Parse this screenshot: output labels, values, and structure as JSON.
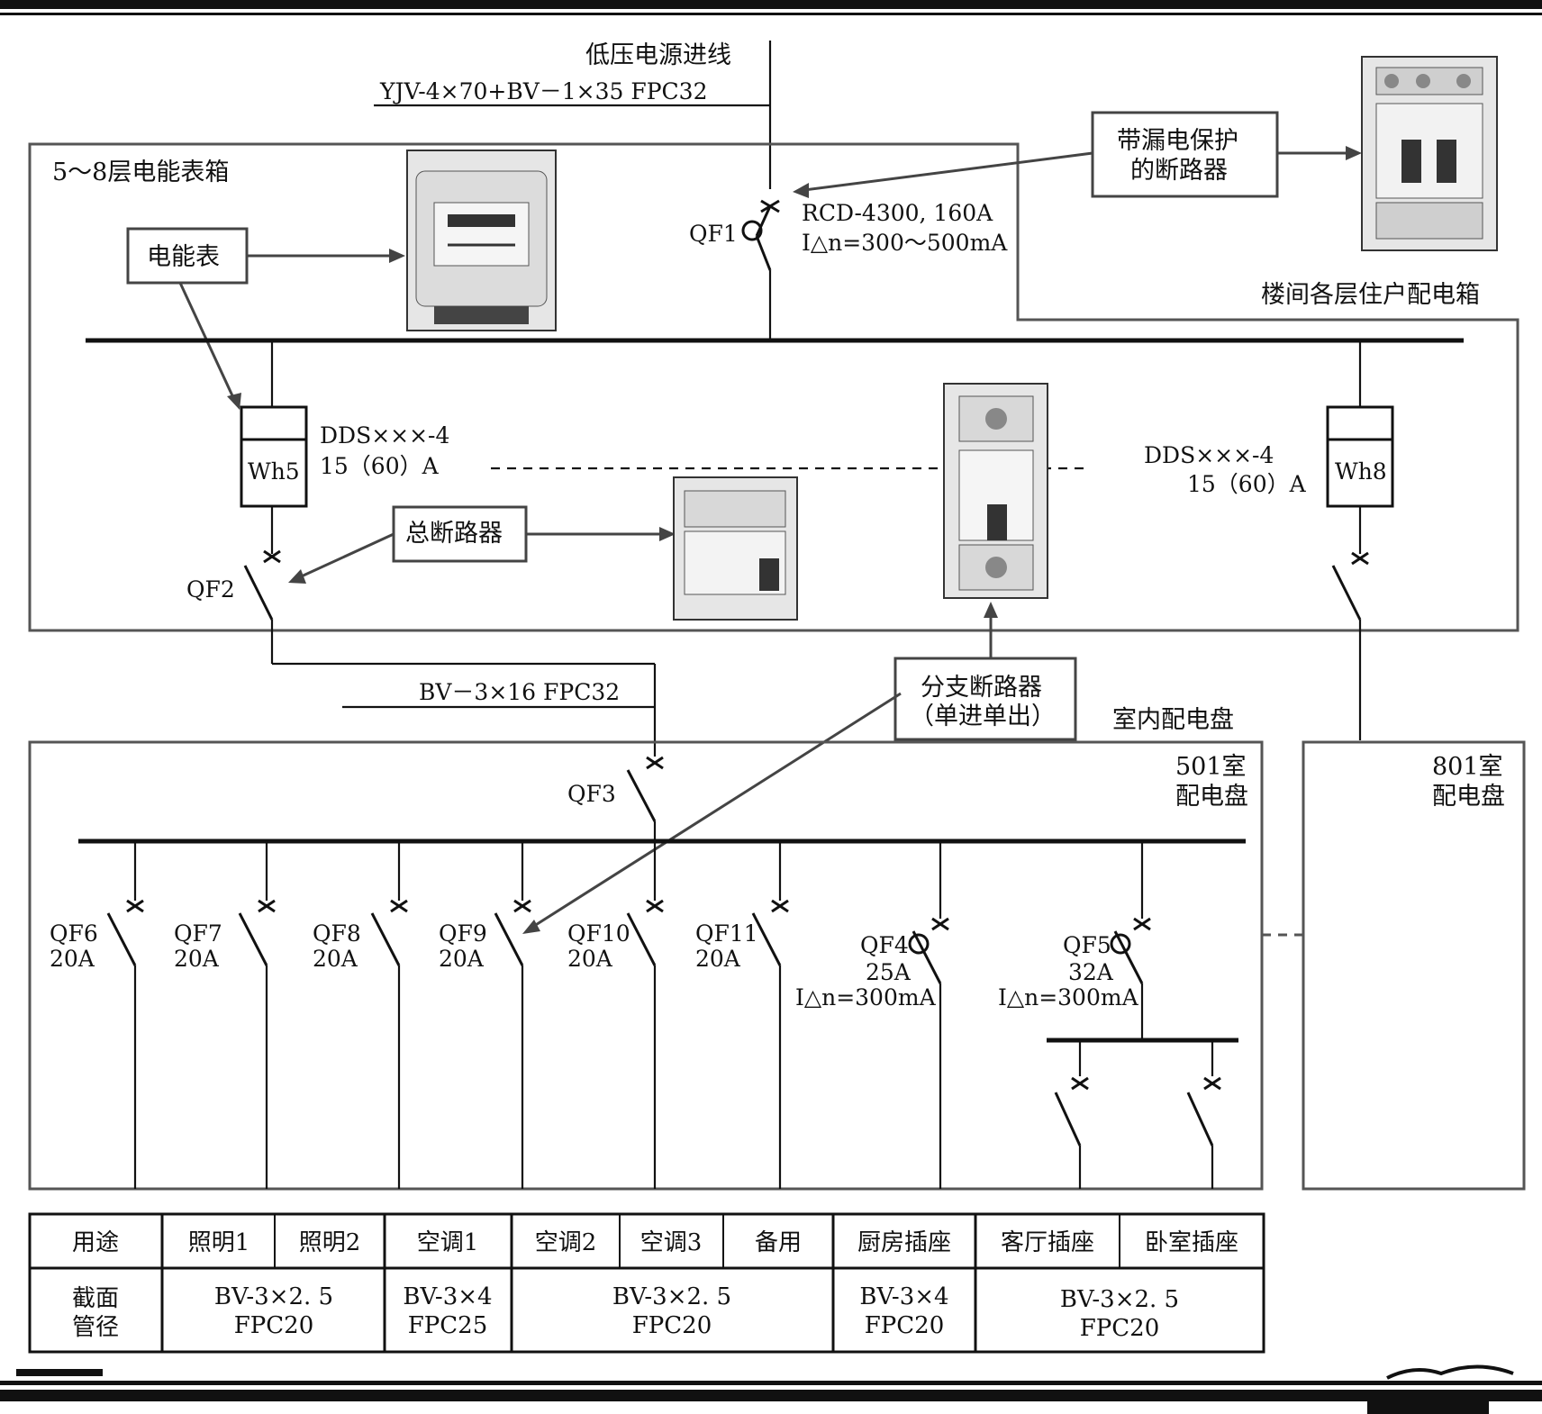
{
  "incoming": {
    "title": "低压电源进线",
    "cable": "YJV-4×70+BV－1×35 FPC32"
  },
  "meter_box": {
    "title": "5～8层电能表箱",
    "qf1": "QF1",
    "qf1_spec": "RCD-4300, 160A",
    "qf1_current": "I△n=300～500mA",
    "callout_rcd": [
      "带漏电保护",
      "的断路器"
    ],
    "callout_meter": "电能表",
    "callout_main": "总断路器",
    "floor_boxes": "楼间各层住户配电箱",
    "wh5": "Wh5",
    "wh8": "Wh8",
    "meter_spec_1": "DDS×××-4",
    "meter_spec_2": "15（60）A",
    "qf2": "QF2"
  },
  "feeder": {
    "cable": "BV－3×16 FPC32",
    "callout_branch": [
      "分支断路器",
      "（单进单出）"
    ],
    "indoor_panel": "室内配电盘"
  },
  "panel_501": {
    "title": [
      "501室",
      "配电盘"
    ],
    "qf3": "QF3",
    "breakers": [
      {
        "name": "QF6",
        "rating": "20A"
      },
      {
        "name": "QF7",
        "rating": "20A"
      },
      {
        "name": "QF8",
        "rating": "20A"
      },
      {
        "name": "QF9",
        "rating": "20A"
      },
      {
        "name": "QF10",
        "rating": "20A"
      },
      {
        "name": "QF11",
        "rating": "20A"
      },
      {
        "name": "QF4",
        "rating": "25A",
        "leak": "I△n=300mA"
      },
      {
        "name": "QF5",
        "rating": "32A",
        "leak": "I△n=300mA"
      }
    ]
  },
  "panel_801": {
    "title": [
      "801室",
      "配电盘"
    ]
  },
  "table": {
    "row1_header": "用途",
    "uses": [
      "照明1",
      "照明2",
      "空调1",
      "空调2",
      "空调3",
      "备用",
      "厨房插座",
      "客厅插座",
      "卧室插座"
    ],
    "row2_header": [
      "截面",
      "管径"
    ],
    "specs": [
      [
        "BV-3×2. 5",
        "FPC20"
      ],
      [
        "BV-3×4",
        "FPC25"
      ],
      [
        "BV-3×2. 5",
        "FPC20"
      ],
      [
        "BV-3×4",
        "FPC20"
      ],
      [
        "BV-3×2. 5",
        "FPC20"
      ]
    ]
  }
}
